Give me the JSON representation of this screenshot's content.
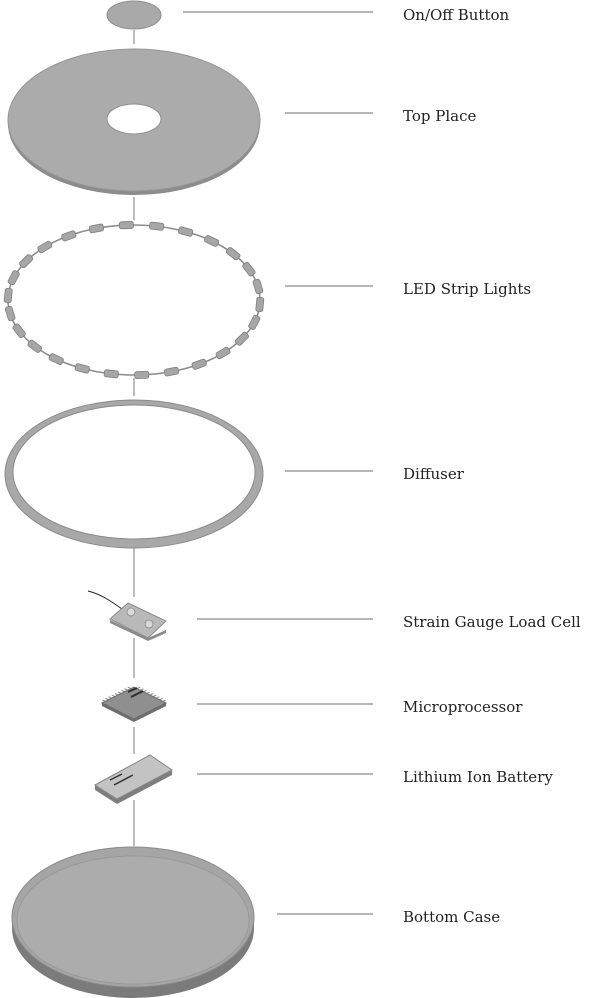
{
  "colors": {
    "part_fill": "#a9a9a9",
    "part_edge": "#8a8a8a",
    "part_dark": "#7c7c7c",
    "line": "#6d6d6d",
    "text": "#222222"
  },
  "labels": {
    "on_off_button": "On/Off Button",
    "top_place": "Top Place",
    "led_strip_lights": "LED Strip Lights",
    "diffuser": "Diffuser",
    "strain_gauge_load_cell": "Strain Gauge Load Cell",
    "microprocessor": "Microprocessor",
    "lithium_ion_battery": "Lithium Ion Battery",
    "bottom_case": "Bottom Case"
  },
  "icons": {
    "on_off_button": "button-disc-icon",
    "top_place": "top-plate-icon",
    "led_strip_lights": "led-ring-icon",
    "diffuser": "diffuser-ring-icon",
    "strain_gauge_load_cell": "load-cell-icon",
    "microprocessor": "chip-icon",
    "lithium_ion_battery": "battery-icon",
    "bottom_case": "bottom-case-icon"
  }
}
